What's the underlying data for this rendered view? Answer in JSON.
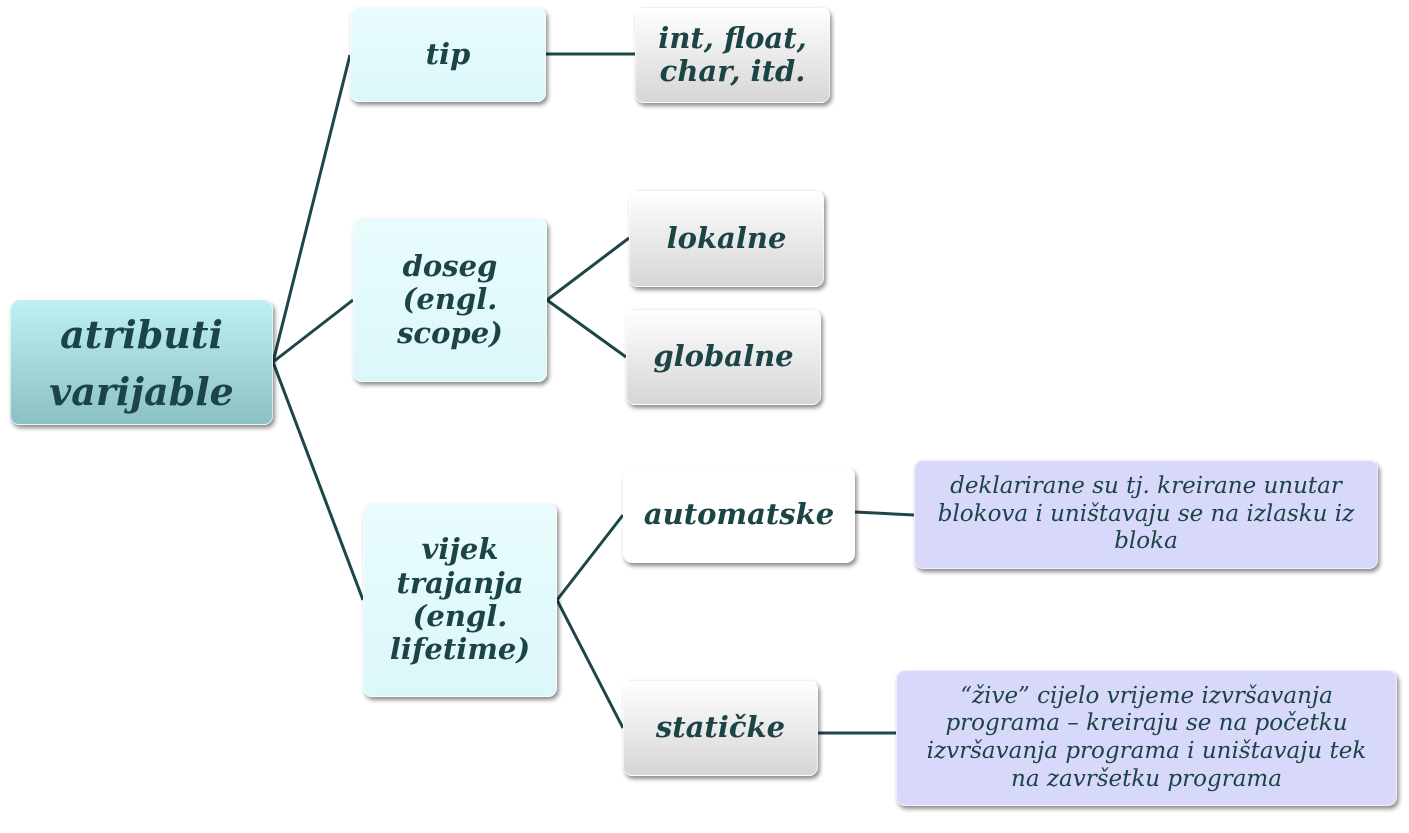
{
  "root": "atributi varijable",
  "colors": {
    "line": "#1e4548",
    "text": "#1c4446",
    "root_fill": "#a6d9dc",
    "desc_fill": "#d8d8fa"
  },
  "nodes": {
    "tip": "tip",
    "tip_values": "int, float, char, itd.",
    "doseg": "doseg (engl. scope)",
    "lokalne": "lokalne",
    "globalne": "globalne",
    "vijek": "vijek trajanja (engl. lifetime)",
    "automatske": "automatske",
    "automatske_desc": "deklarirane su tj. kreirane unutar blokova i uništavaju se na izlasku iz bloka",
    "staticke": "statičke",
    "staticke_desc": "“žive” cijelo vrijeme izvršavanja programa – kreiraju se na početku izvršavanja programa i uništavaju tek na završetku programa"
  }
}
